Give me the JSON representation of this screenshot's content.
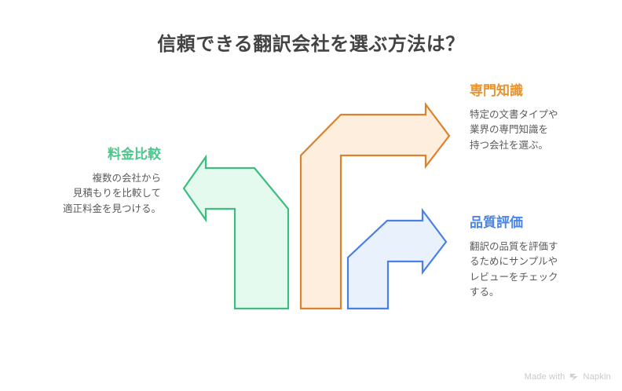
{
  "page": {
    "title": "信頼できる翻訳会社を選ぶ方法は？",
    "background_color": "#ffffff",
    "title_color": "#434343"
  },
  "blocks": [
    {
      "id": "price-comparison",
      "heading": "料金比較",
      "body": "複数の会社から\n見積もりを比較して\n適正料金を見つける。",
      "body_lines": [
        "複数の会社から",
        "見積もりを比較して",
        "適正料金を見つける。"
      ],
      "color": "#4CC68A",
      "align": "right"
    },
    {
      "id": "expertise",
      "heading": "専門知識",
      "body": "特定の文書タイプや\n業界の専門知識を\n持つ会社を選ぶ。",
      "body_lines": [
        "特定の文書タイプや",
        "業界の専門知識を",
        "持つ会社を選ぶ。"
      ],
      "color": "#E8922E",
      "align": "left"
    },
    {
      "id": "quality-evaluation",
      "heading": "品質評価",
      "body": "翻訳の品質を評価す\nるためにサンプルや\nレビューをチェック\nする。",
      "body_lines": [
        "翻訳の品質を評価す",
        "るためにサンプルや",
        "レビューをチェック",
        "する。"
      ],
      "color": "#4A86E8",
      "align": "left"
    }
  ],
  "arrows": [
    {
      "id": "arrow-left-green",
      "direction": "left",
      "stroke": "#3CBC7E",
      "fill": "#E4FAEE",
      "linked_block": "price-comparison"
    },
    {
      "id": "arrow-up-right-orange",
      "direction": "right",
      "stroke": "#DB822F",
      "fill": "#FDEEDD",
      "linked_block": "expertise"
    },
    {
      "id": "arrow-right-blue",
      "direction": "right",
      "stroke": "#4A7FE8",
      "fill": "#E9F1FD",
      "linked_block": "quality-evaluation"
    }
  ],
  "watermark": {
    "text_before": "Made with",
    "brand": "Napkin",
    "color": "#c9c9c9"
  }
}
